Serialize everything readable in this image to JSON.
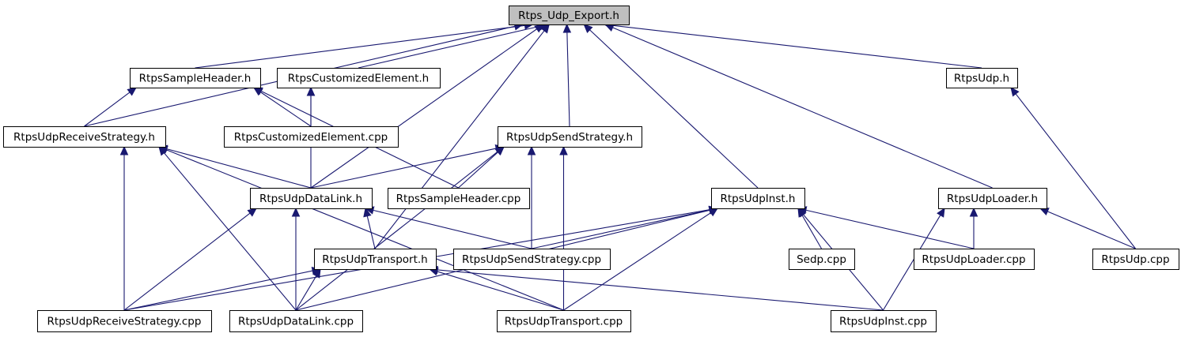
{
  "colors": {
    "edge": "#191970",
    "root_fill": "#bfbfbf",
    "node_fill": "#ffffff",
    "node_stroke": "#000000"
  },
  "nodes": {
    "root": "Rtps_Udp_Export.h",
    "sample_header_h": "RtpsSampleHeader.h",
    "customized_element_h": "RtpsCustomizedElement.h",
    "udp_h": "RtpsUdp.h",
    "receive_strategy_h": "RtpsUdpReceiveStrategy.h",
    "customized_element_cpp": "RtpsCustomizedElement.cpp",
    "send_strategy_h": "RtpsUdpSendStrategy.h",
    "data_link_h": "RtpsUdpDataLink.h",
    "sample_header_cpp": "RtpsSampleHeader.cpp",
    "inst_h": "RtpsUdpInst.h",
    "loader_h": "RtpsUdpLoader.h",
    "transport_h": "RtpsUdpTransport.h",
    "send_strategy_cpp": "RtpsUdpSendStrategy.cpp",
    "sedp_cpp": "Sedp.cpp",
    "loader_cpp": "RtpsUdpLoader.cpp",
    "udp_cpp": "RtpsUdp.cpp",
    "receive_strategy_cpp": "RtpsUdpReceiveStrategy.cpp",
    "data_link_cpp": "RtpsUdpDataLink.cpp",
    "transport_cpp": "RtpsUdpTransport.cpp",
    "inst_cpp": "RtpsUdpInst.cpp"
  },
  "edges": [
    [
      "sample_header_h",
      "root"
    ],
    [
      "customized_element_h",
      "root"
    ],
    [
      "udp_h",
      "root"
    ],
    [
      "receive_strategy_h",
      "root"
    ],
    [
      "send_strategy_h",
      "root"
    ],
    [
      "data_link_h",
      "root"
    ],
    [
      "inst_h",
      "root"
    ],
    [
      "loader_h",
      "root"
    ],
    [
      "transport_h",
      "root"
    ],
    [
      "receive_strategy_h",
      "sample_header_h"
    ],
    [
      "customized_element_cpp",
      "sample_header_h"
    ],
    [
      "sample_header_cpp",
      "sample_header_h"
    ],
    [
      "customized_element_cpp",
      "customized_element_h"
    ],
    [
      "data_link_h",
      "customized_element_h"
    ],
    [
      "udp_cpp",
      "udp_h"
    ],
    [
      "data_link_h",
      "receive_strategy_h"
    ],
    [
      "receive_strategy_cpp",
      "receive_strategy_h"
    ],
    [
      "data_link_cpp",
      "receive_strategy_h"
    ],
    [
      "transport_cpp",
      "receive_strategy_h"
    ],
    [
      "data_link_h",
      "send_strategy_h"
    ],
    [
      "sample_header_cpp",
      "send_strategy_h"
    ],
    [
      "send_strategy_cpp",
      "send_strategy_h"
    ],
    [
      "data_link_cpp",
      "send_strategy_h"
    ],
    [
      "transport_cpp",
      "send_strategy_h"
    ],
    [
      "transport_h",
      "data_link_h"
    ],
    [
      "send_strategy_cpp",
      "data_link_h"
    ],
    [
      "receive_strategy_cpp",
      "data_link_h"
    ],
    [
      "data_link_cpp",
      "data_link_h"
    ],
    [
      "send_strategy_cpp",
      "inst_h"
    ],
    [
      "sedp_cpp",
      "inst_h"
    ],
    [
      "loader_cpp",
      "inst_h"
    ],
    [
      "inst_cpp",
      "inst_h"
    ],
    [
      "receive_strategy_cpp",
      "inst_h"
    ],
    [
      "data_link_cpp",
      "inst_h"
    ],
    [
      "transport_cpp",
      "inst_h"
    ],
    [
      "loader_cpp",
      "loader_h"
    ],
    [
      "udp_cpp",
      "loader_h"
    ],
    [
      "inst_cpp",
      "loader_h"
    ],
    [
      "receive_strategy_cpp",
      "transport_h"
    ],
    [
      "data_link_cpp",
      "transport_h"
    ],
    [
      "transport_cpp",
      "transport_h"
    ],
    [
      "inst_cpp",
      "transport_h"
    ]
  ]
}
